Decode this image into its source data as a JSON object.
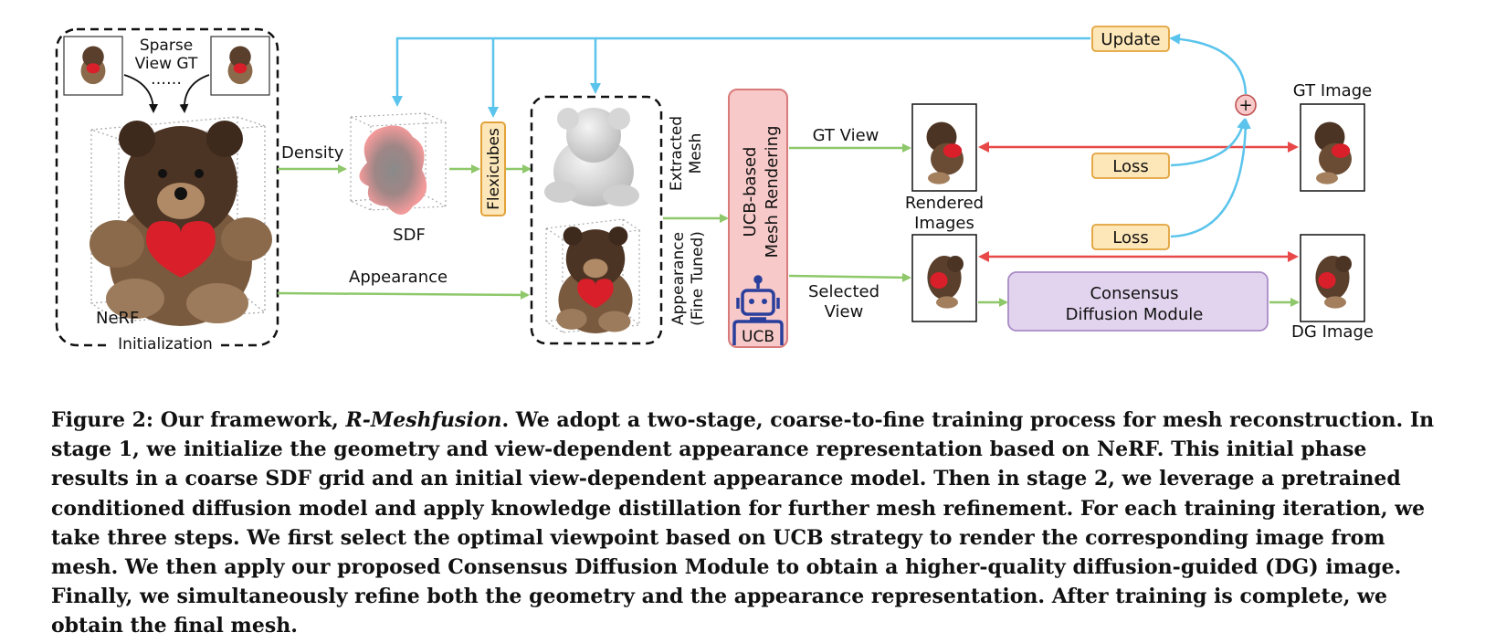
{
  "labels": {
    "sparse_view_gt_line1": "Sparse",
    "sparse_view_gt_line2": "View GT",
    "ellipsis": "……",
    "nerf": "NeRF",
    "initialization": "Initialization",
    "density": "Density",
    "appearance": "Appearance",
    "sdf": "SDF",
    "flexicubes": "Flexicubes",
    "extracted_mesh_line1": "Extracted",
    "extracted_mesh_line2": "Mesh",
    "appearance_fine_tuned_line1": "Appearance",
    "appearance_fine_tuned_line2": "(Fine Tuned)",
    "ucb_rendering_line1": "UCB-based",
    "ucb_rendering_line2": "Mesh Rendering",
    "ucb_robot": "UCB",
    "gt_view": "GT View",
    "selected_view_line1": "Selected",
    "selected_view_line2": "View",
    "rendered_images_line1": "Rendered",
    "rendered_images_line2": "Images",
    "update": "Update",
    "loss_top": "Loss",
    "loss_bottom": "Loss",
    "plus": "+",
    "gt_image": "GT Image",
    "dg_image": "DG Image",
    "consensus_line1": "Consensus",
    "consensus_line2": "Diffusion Module"
  },
  "caption": {
    "prefix": "Figure 2: Our framework, ",
    "name": "R-Meshfusion",
    "body": ". We adopt a two-stage, coarse-to-fine training process for mesh reconstruction. In stage 1, we initialize the geometry and view-dependent appearance representation based on NeRF. This initial phase results in a coarse SDF grid and an initial view-dependent appearance model. Then in stage 2, we leverage a pretrained conditioned diffusion model and apply knowledge distillation for further mesh refinement. For each training iteration, we take three steps. We first select the optimal viewpoint based on UCB strategy to render the corresponding image from mesh. We then apply our proposed Consensus Diffusion Module to obtain a higher-quality diffusion-guided (DG) image. Finally, we simultaneously refine both the geometry and the appearance representation. After training is complete, we obtain the final mesh."
  },
  "colors": {
    "green_arrow": "#8ec86a",
    "blue_arrow": "#5bc4ec",
    "red_arrow": "#e84848",
    "orange_box_fill": "#fde6b8",
    "orange_box_stroke": "#e2a23a",
    "ucb_fill": "#f7c9c9",
    "ucb_stroke": "#d97a7a",
    "consensus_fill": "#e2d4ee",
    "consensus_stroke": "#a98bc6",
    "robot": "#2a3f9c",
    "plus_fill": "#f7c9c9",
    "plus_stroke": "#c05050"
  }
}
